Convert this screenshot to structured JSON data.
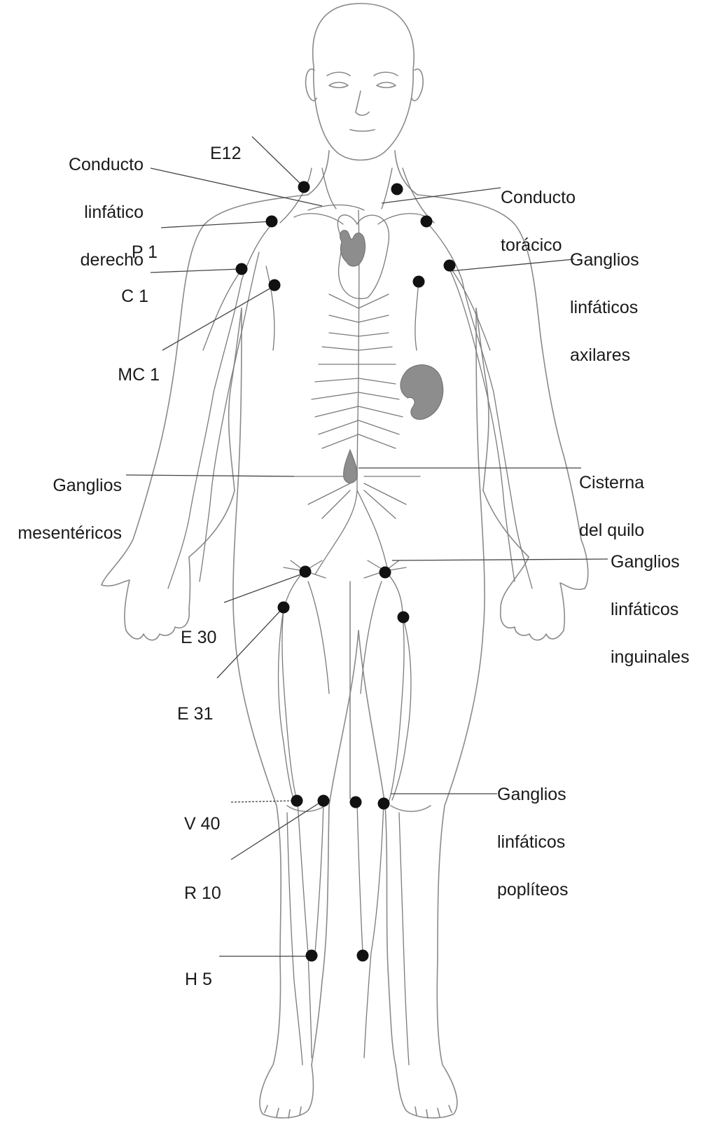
{
  "labels": {
    "e12": "E12",
    "conducto_linfatico_derecho": [
      "Conducto",
      "linfático",
      "derecho"
    ],
    "conducto_toracico": [
      "Conducto",
      "torácico"
    ],
    "p1": "P 1",
    "c1": "C 1",
    "mc1": "MC 1",
    "ganglios_axilares": [
      "Ganglios",
      "linfáticos",
      "axilares"
    ],
    "ganglios_mesentericos": [
      "Ganglios",
      "mesentéricos"
    ],
    "cisterna_del_quilo": [
      "Cisterna",
      "del quilo"
    ],
    "ganglios_inguinales": [
      "Ganglios",
      "linfáticos",
      "inguinales"
    ],
    "e30": "E 30",
    "e31": "E 31",
    "v40": "V 40",
    "ganglios_popliteos": [
      "Ganglios",
      "linfáticos",
      "poplíteos"
    ],
    "r10": "R 10",
    "h5": "H 5"
  },
  "colors": {
    "node": "#111111",
    "organ": "#8d8d8d",
    "outline": "#8a8a8a",
    "text": "#1a1a1a"
  }
}
